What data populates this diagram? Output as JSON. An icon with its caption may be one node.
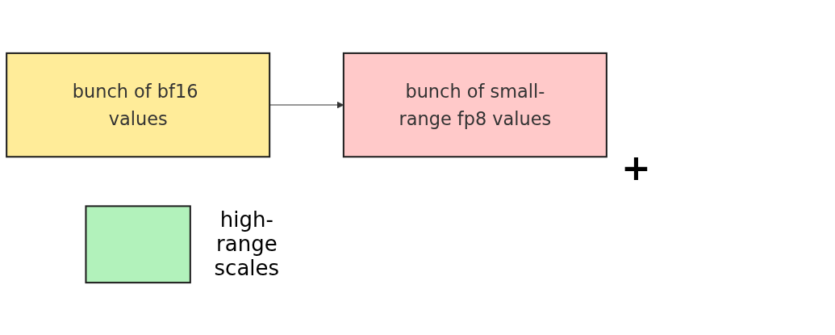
{
  "diagram": {
    "nodes": [
      {
        "text": [
          "bunch of bf16 values"
        ]
      },
      {
        "text": [
          "bunch of small-range fp8 values"
        ]
      },
      {
        "text": [],
        "shape": "box",
        "beside": [
          "high-range scales"
        ]
      }
    ],
    "edges": [
      {
        "from": 0,
        "to": 1,
        "arrow": "to"
      }
    ],
    "labels": [
      "+"
    ]
  }
}
